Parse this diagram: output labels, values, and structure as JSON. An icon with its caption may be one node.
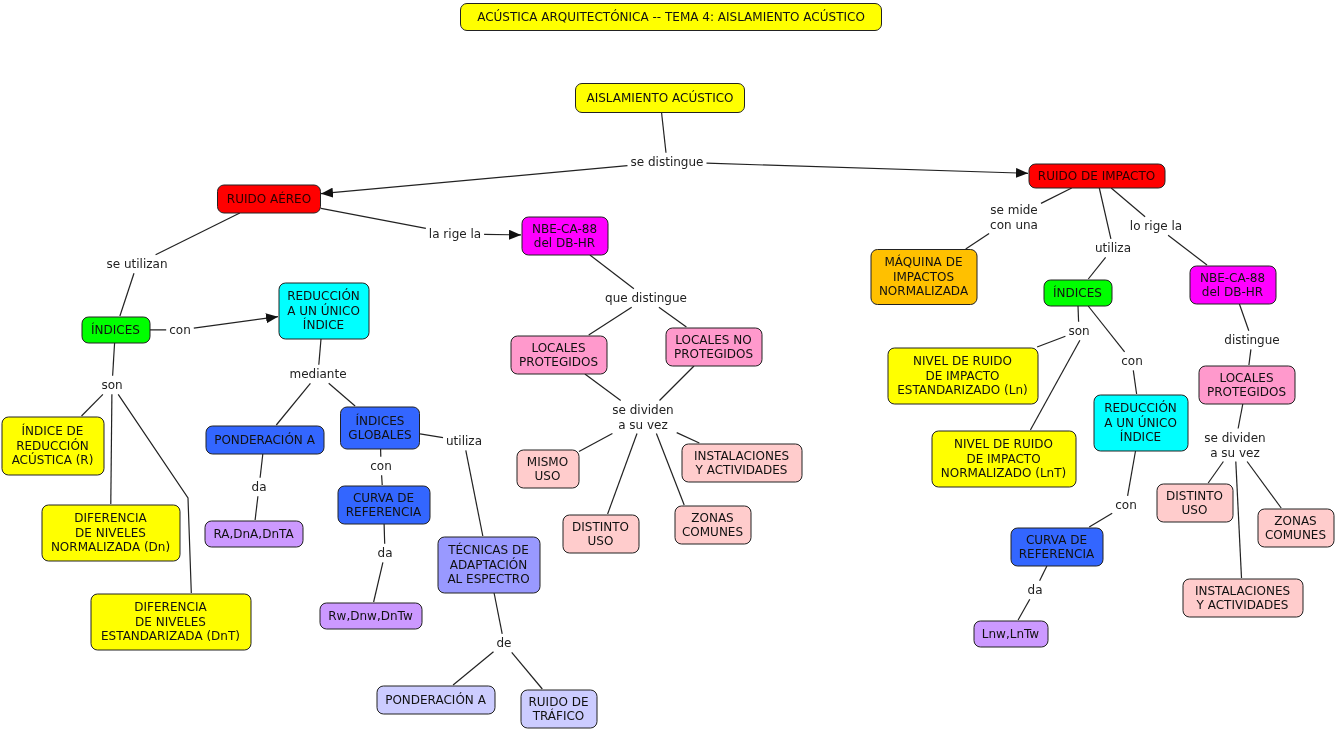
{
  "diagram": {
    "title": "ACÚSTICA ARQUITECTÓNICA -- TEMA 4: AISLAMIENTO ACÚSTICO",
    "nodes": [
      {
        "text": [
          "AISLAMIENTO ACÚSTICO"
        ]
      },
      {
        "text": [
          "se distingue"
        ]
      },
      {
        "text": [
          "RUIDO DE IMPACTO"
        ]
      },
      {
        "text": [
          "RUIDO AÉREO"
        ]
      },
      {
        "text": [
          "se mide con una"
        ]
      },
      {
        "text": [
          "lo rige la"
        ]
      },
      {
        "text": [
          "la rige la"
        ]
      },
      {
        "text": [
          "NBE-CA-88 del DB-HR"
        ]
      },
      {
        "text": [
          "utiliza"
        ]
      },
      {
        "text": [
          "se utilizan"
        ]
      },
      {
        "text": [
          "MÁQUINA DE IMPACTOS NORMALIZADA"
        ]
      },
      {
        "text": [
          "NBE-CA-88 del DB-HR"
        ]
      },
      {
        "text": [
          "ÍNDICES"
        ]
      },
      {
        "text": [
          "que distingue"
        ]
      },
      {
        "text": [
          "REDUCCIÓN A UN ÚNICO ÍNDICE"
        ]
      },
      {
        "text": [
          "ÍNDICES"
        ]
      },
      {
        "text": [
          "con"
        ]
      },
      {
        "text": [
          "son"
        ]
      },
      {
        "text": [
          "distingue"
        ]
      },
      {
        "text": [
          "LOCALES NO PROTEGIDOS"
        ]
      },
      {
        "text": [
          "LOCALES PROTEGIDOS"
        ]
      },
      {
        "text": [
          "con"
        ]
      },
      {
        "text": [
          "mediante"
        ]
      },
      {
        "text": [
          "NIVEL DE RUIDO DE IMPACTO ESTANDARIZADO (Ln)"
        ]
      },
      {
        "text": [
          "LOCALES PROTEGIDOS"
        ]
      },
      {
        "text": [
          "son"
        ]
      },
      {
        "text": [
          "se dividen a su vez"
        ]
      },
      {
        "text": [
          "REDUCCIÓN A UN ÚNICO ÍNDICE"
        ]
      },
      {
        "text": [
          "ÍNDICES GLOBALES"
        ]
      },
      {
        "text": [
          "PONDERACIÓN A"
        ]
      },
      {
        "text": [
          "utiliza"
        ]
      },
      {
        "text": [
          "ÍNDICE DE REDUCCIÓN ACÚSTICA (R)"
        ]
      },
      {
        "text": [
          "se dividen a su vez"
        ]
      },
      {
        "text": [
          "NIVEL DE RUIDO DE IMPACTO NORMALIZADO (LnT)"
        ]
      },
      {
        "text": [
          "INSTALACIONES Y ACTIVIDADES"
        ]
      },
      {
        "text": [
          "con"
        ]
      },
      {
        "text": [
          "MISMO USO"
        ]
      },
      {
        "text": [
          "da"
        ]
      },
      {
        "text": [
          "DISTINTO USO"
        ]
      },
      {
        "text": [
          "CURVA DE REFERENCIA"
        ]
      },
      {
        "text": [
          "con"
        ]
      },
      {
        "text": [
          "ZONAS COMUNES"
        ]
      },
      {
        "text": [
          "ZONAS COMUNES"
        ]
      },
      {
        "text": [
          "DIFERENCIA DE NIVELES NORMALIZADA (Dn)"
        ]
      },
      {
        "text": [
          "RA,DnA,DnTA"
        ]
      },
      {
        "text": [
          "DISTINTO USO"
        ]
      },
      {
        "text": [
          "CURVA DE REFERENCIA"
        ]
      },
      {
        "text": [
          "da"
        ]
      },
      {
        "text": [
          "TÉCNICAS DE ADAPTACIÓN AL ESPECTRO"
        ]
      },
      {
        "text": [
          "da"
        ]
      },
      {
        "text": [
          "INSTALACIONES Y ACTIVIDADES"
        ]
      },
      {
        "text": [
          "Rw,Dnw,DnTw"
        ]
      },
      {
        "text": [
          "DIFERENCIA DE NIVELES ESTANDARIZADA (DnT)"
        ]
      },
      {
        "text": [
          "Lnw,LnTw"
        ]
      },
      {
        "text": [
          "de"
        ]
      },
      {
        "text": [
          "PONDERACIÓN A"
        ]
      },
      {
        "text": [
          "RUIDO DE TRÁFICO"
        ]
      }
    ],
    "edges": [
      {
        "from": 0,
        "to": 1,
        "arrow": "none"
      },
      {
        "from": 1,
        "to": 3,
        "arrow": "to"
      },
      {
        "from": 1,
        "to": 2,
        "arrow": "to"
      },
      {
        "from": 3,
        "to": 9,
        "arrow": "none"
      },
      {
        "from": 9,
        "to": 15,
        "arrow": "none"
      },
      {
        "from": 3,
        "to": 6,
        "arrow": "none"
      },
      {
        "from": 6,
        "to": 7,
        "arrow": "to"
      },
      {
        "from": 15,
        "to": 16,
        "arrow": "none"
      },
      {
        "from": 16,
        "to": 14,
        "arrow": "to"
      },
      {
        "from": 15,
        "to": 25,
        "arrow": "none"
      },
      {
        "from": 25,
        "to": 31,
        "arrow": "none"
      },
      {
        "from": 25,
        "to": 43,
        "arrow": "none"
      },
      {
        "from": 25,
        "to": 52,
        "arrow": "none"
      },
      {
        "from": 14,
        "to": 22,
        "arrow": "none"
      },
      {
        "from": 22,
        "to": 29,
        "arrow": "none"
      },
      {
        "from": 22,
        "to": 28,
        "arrow": "none"
      },
      {
        "from": 29,
        "to": 37,
        "arrow": "none"
      },
      {
        "from": 37,
        "to": 44,
        "arrow": "none"
      },
      {
        "from": 28,
        "to": 35,
        "arrow": "none"
      },
      {
        "from": 35,
        "to": 39,
        "arrow": "none"
      },
      {
        "from": 39,
        "to": 47,
        "arrow": "none"
      },
      {
        "from": 47,
        "to": 51,
        "arrow": "none"
      },
      {
        "from": 28,
        "to": 30,
        "arrow": "none"
      },
      {
        "from": 30,
        "to": 48,
        "arrow": "none"
      },
      {
        "from": 48,
        "to": 54,
        "arrow": "none"
      },
      {
        "from": 54,
        "to": 55,
        "arrow": "none"
      },
      {
        "from": 54,
        "to": 56,
        "arrow": "none"
      },
      {
        "from": 7,
        "to": 13,
        "arrow": "none"
      },
      {
        "from": 13,
        "to": 20,
        "arrow": "none"
      },
      {
        "from": 13,
        "to": 19,
        "arrow": "none"
      },
      {
        "from": 20,
        "to": 26,
        "arrow": "none"
      },
      {
        "from": 19,
        "to": 26,
        "arrow": "none"
      },
      {
        "from": 26,
        "to": 36,
        "arrow": "none"
      },
      {
        "from": 26,
        "to": 45,
        "arrow": "none"
      },
      {
        "from": 26,
        "to": 41,
        "arrow": "none"
      },
      {
        "from": 26,
        "to": 34,
        "arrow": "none"
      },
      {
        "from": 2,
        "to": 4,
        "arrow": "none"
      },
      {
        "from": 4,
        "to": 10,
        "arrow": "none"
      },
      {
        "from": 2,
        "to": 8,
        "arrow": "none"
      },
      {
        "from": 8,
        "to": 12,
        "arrow": "none"
      },
      {
        "from": 2,
        "to": 5,
        "arrow": "none"
      },
      {
        "from": 5,
        "to": 11,
        "arrow": "none"
      },
      {
        "from": 12,
        "to": 17,
        "arrow": "none"
      },
      {
        "from": 17,
        "to": 23,
        "arrow": "none"
      },
      {
        "from": 17,
        "to": 33,
        "arrow": "none"
      },
      {
        "from": 12,
        "to": 21,
        "arrow": "none"
      },
      {
        "from": 21,
        "to": 27,
        "arrow": "none"
      },
      {
        "from": 11,
        "to": 18,
        "arrow": "none"
      },
      {
        "from": 18,
        "to": 24,
        "arrow": "none"
      },
      {
        "from": 24,
        "to": 32,
        "arrow": "none"
      },
      {
        "from": 32,
        "to": 38,
        "arrow": "none"
      },
      {
        "from": 32,
        "to": 50,
        "arrow": "none"
      },
      {
        "from": 32,
        "to": 42,
        "arrow": "none"
      },
      {
        "from": 27,
        "to": 40,
        "arrow": "none"
      },
      {
        "from": 40,
        "to": 46,
        "arrow": "none"
      },
      {
        "from": 46,
        "to": 49,
        "arrow": "none"
      },
      {
        "from": 49,
        "to": 53,
        "arrow": "none"
      }
    ]
  }
}
